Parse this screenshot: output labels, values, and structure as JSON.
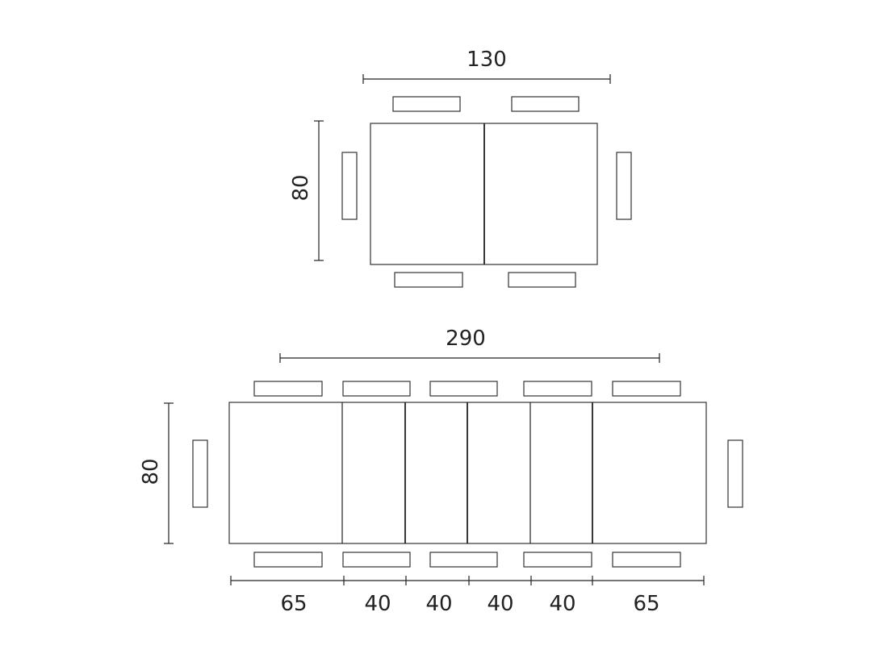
{
  "diagram": {
    "closed_table": {
      "width_label": "130",
      "depth_label": "80"
    },
    "extended_table": {
      "width_label": "290",
      "depth_label": "80",
      "segment_labels": [
        "65",
        "40",
        "40",
        "40",
        "40",
        "65"
      ]
    }
  }
}
